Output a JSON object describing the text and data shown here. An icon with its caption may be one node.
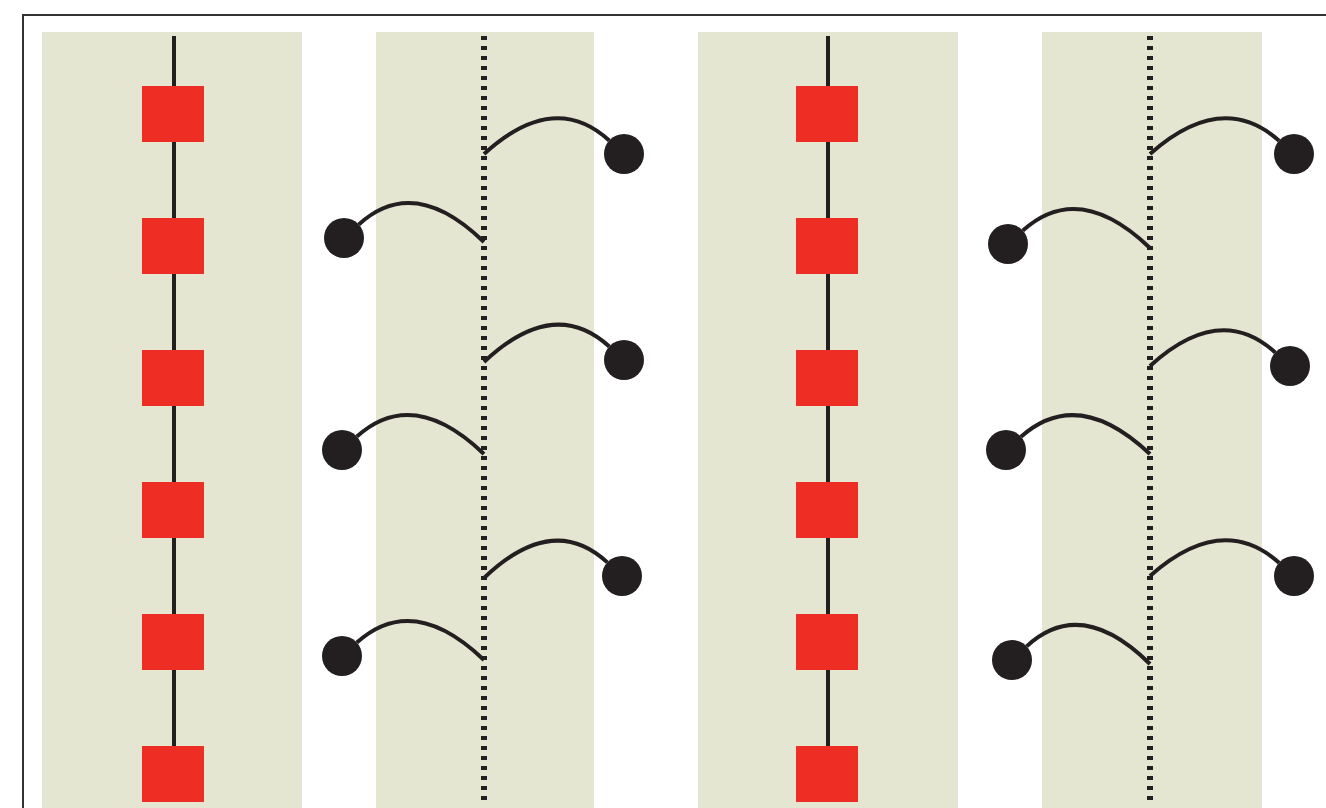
{
  "diagram": {
    "nodes": [
      {
        "text": [],
        "shape": "band"
      },
      {
        "text": [],
        "shape": "box",
        "in": 0
      },
      {
        "text": [],
        "shape": "box",
        "in": 0
      },
      {
        "text": [],
        "shape": "box",
        "in": 0
      },
      {
        "text": [],
        "shape": "box",
        "in": 0
      },
      {
        "text": [],
        "shape": "box",
        "in": 0
      },
      {
        "text": [],
        "shape": "box",
        "in": 0
      },
      {
        "text": [],
        "shape": "band"
      },
      {
        "text": [],
        "shape": "circle"
      },
      {
        "text": [],
        "shape": "circle"
      },
      {
        "text": [],
        "shape": "circle"
      },
      {
        "text": [],
        "shape": "circle"
      },
      {
        "text": [],
        "shape": "circle"
      },
      {
        "text": [],
        "shape": "circle"
      },
      {
        "text": [],
        "shape": "band"
      },
      {
        "text": [],
        "shape": "box",
        "in": 14
      },
      {
        "text": [],
        "shape": "box",
        "in": 14
      },
      {
        "text": [],
        "shape": "box",
        "in": 14
      },
      {
        "text": [],
        "shape": "box",
        "in": 14
      },
      {
        "text": [],
        "shape": "box",
        "in": 14
      },
      {
        "text": [],
        "shape": "box",
        "in": 14
      },
      {
        "text": [],
        "shape": "band"
      },
      {
        "text": [],
        "shape": "circle"
      },
      {
        "text": [],
        "shape": "circle"
      },
      {
        "text": [],
        "shape": "circle"
      },
      {
        "text": [],
        "shape": "circle"
      },
      {
        "text": [],
        "shape": "circle"
      },
      {
        "text": [],
        "shape": "circle"
      }
    ],
    "edges": [
      {
        "from": 8,
        "to": 7,
        "arrow": "none"
      },
      {
        "from": 9,
        "to": 7,
        "arrow": "none"
      },
      {
        "from": 10,
        "to": 7,
        "arrow": "none"
      },
      {
        "from": 11,
        "to": 7,
        "arrow": "none"
      },
      {
        "from": 12,
        "to": 7,
        "arrow": "none"
      },
      {
        "from": 13,
        "to": 7,
        "arrow": "none"
      },
      {
        "from": 22,
        "to": 21,
        "arrow": "none"
      },
      {
        "from": 23,
        "to": 21,
        "arrow": "none"
      },
      {
        "from": 24,
        "to": 21,
        "arrow": "none"
      },
      {
        "from": 25,
        "to": 21,
        "arrow": "none"
      },
      {
        "from": 26,
        "to": 21,
        "arrow": "none"
      },
      {
        "from": 27,
        "to": 21,
        "arrow": "none"
      }
    ]
  }
}
